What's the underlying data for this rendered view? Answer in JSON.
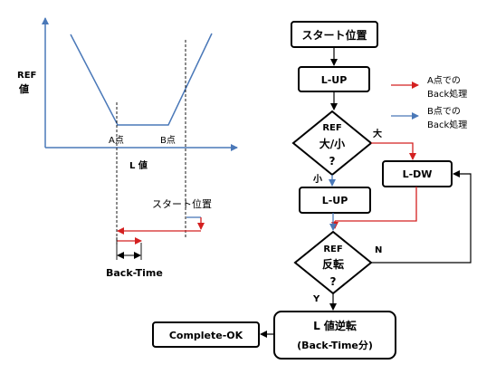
{
  "graph": {
    "ylabel_line1": "REF",
    "ylabel_line2": "値",
    "xlabel": "L 値",
    "point_a": "A点",
    "point_b": "B点",
    "start_position": "スタート位置",
    "back_time": "Back-Time"
  },
  "flowchart": {
    "start": "スタート位置",
    "lup1": "L-UP",
    "decision1_line1": "REF",
    "decision1_line2": "大/小",
    "decision1_line3": "?",
    "branch_large": "大",
    "branch_small": "小",
    "ldw": "L-DW",
    "lup2": "L-UP",
    "decision2_line1": "REF",
    "decision2_line2": "反転",
    "decision2_line3": "?",
    "branch_no": "N",
    "branch_yes": "Y",
    "final_line1": "L 値逆転",
    "final_line2": "(Back-Time分)",
    "complete": "Complete-OK"
  },
  "legend": {
    "red_line1": "A点での",
    "red_line2": "Back処理",
    "blue_line1": "B点での",
    "blue_line2": "Back処理"
  },
  "colors": {
    "axis_blue": "#4a78b8",
    "red": "#d42020",
    "black": "#000000"
  }
}
